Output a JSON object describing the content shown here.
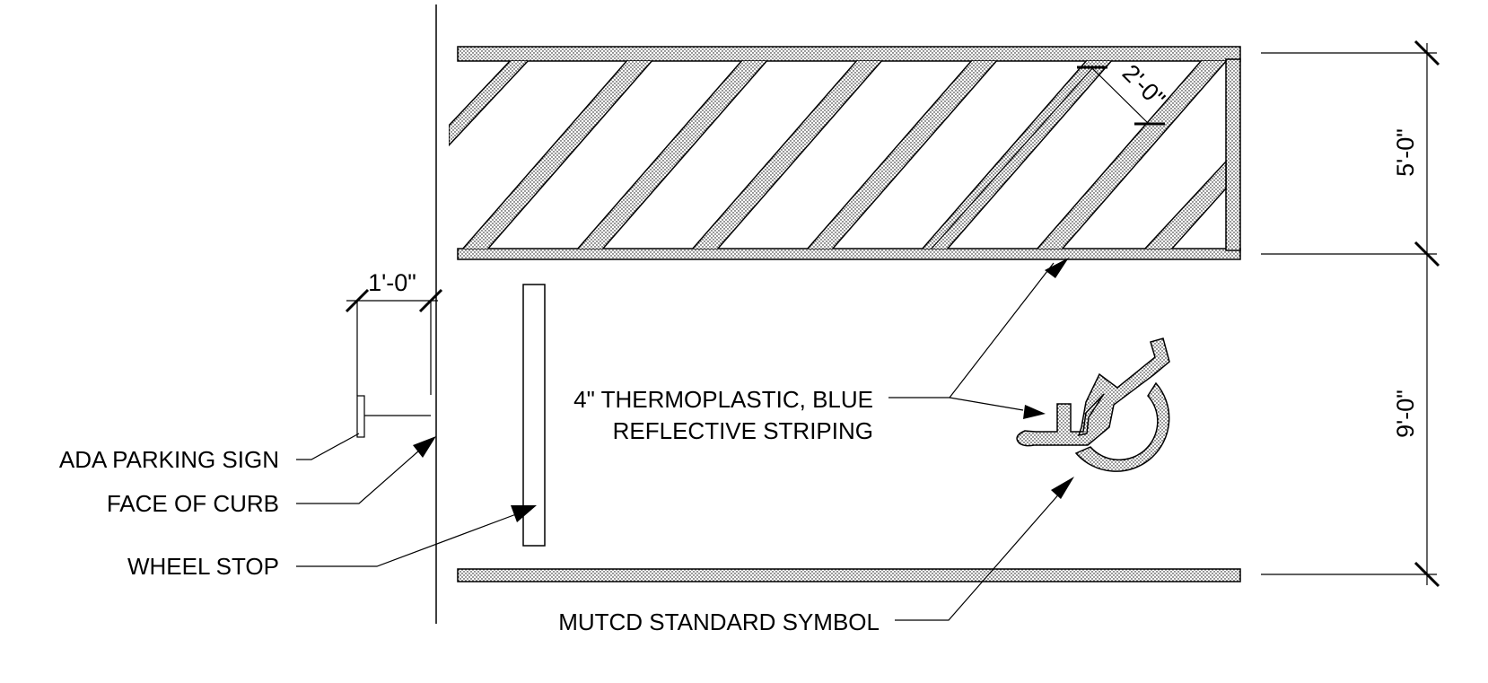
{
  "labels": {
    "ada_sign": "ADA PARKING SIGN",
    "face_of_curb": "FACE OF CURB",
    "wheel_stop": "WHEEL STOP",
    "striping_line1": "4\" THERMOPLASTIC, BLUE",
    "striping_line2": "REFLECTIVE STRIPING",
    "symbol": "MUTCD STANDARD SYMBOL"
  },
  "dimensions": {
    "sign_offset": "1'-0\"",
    "stripe_width": "2'-0\"",
    "access_aisle": "5'-0\"",
    "stall_width": "9'-0\""
  },
  "colors": {
    "line": "#000000",
    "background": "#ffffff"
  }
}
